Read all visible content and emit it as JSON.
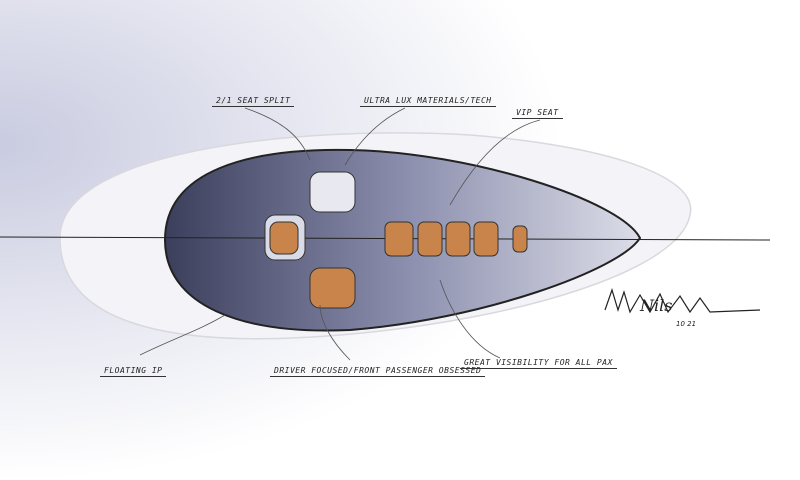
{
  "annotations": {
    "seat_split": "2/1 SEAT SPLIT",
    "materials": "ULTRA LUX MATERIALS/TECH",
    "vip_seat": "VIP SEAT",
    "floating_ip": "FLOATING IP",
    "driver_focused": "DRIVER FOCUSED/FRONT PASSENGER OBSESSED",
    "visibility": "GREAT VISIBILITY FOR ALL PAX"
  },
  "signature": {
    "text": "Nils",
    "date": "10 21"
  },
  "colors": {
    "background_tint": "#c9cbe0",
    "seat_accent": "#c8844a",
    "glass_tint": "#5a5f86",
    "line": "#2a2a2a"
  }
}
